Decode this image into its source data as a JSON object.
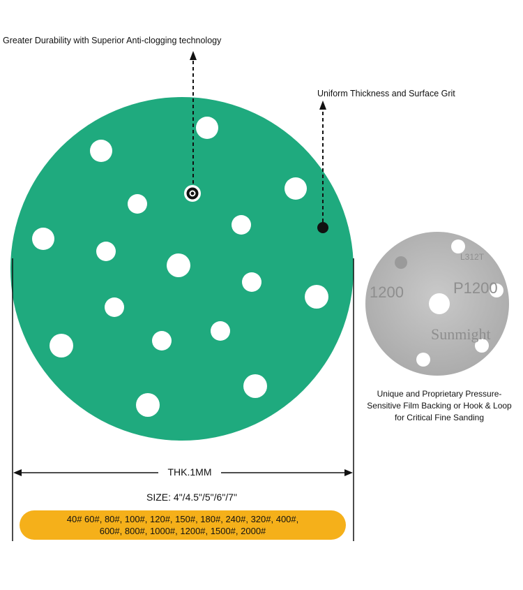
{
  "callouts": {
    "top": "Greater Durability with Superior Anti-clogging technology",
    "right": "Uniform Thickness and Surface Grit",
    "side": "Unique and Proprietary Pressure-Sensitive Film Backing or Hook & Loop for Critical Fine Sanding"
  },
  "thickness": "THK.1MM",
  "size": "SIZE: 4\"/4.5\"/5\"/6\"/7\"",
  "grits": {
    "line1": "40# 60#, 80#, 100#, 120#, 150#, 180#, 240#, 320#, 400#,",
    "line2": "600#, 800#, 1000#, 1200#, 1500#, 2000#"
  },
  "colors": {
    "disc_green": "#1faa7e",
    "backing_gray": "#b8b8b8",
    "pill_yellow": "#f5b01a"
  },
  "backing_print": {
    "grit_mark": "P1200",
    "brand": "Sunmight",
    "code": "L312T"
  }
}
